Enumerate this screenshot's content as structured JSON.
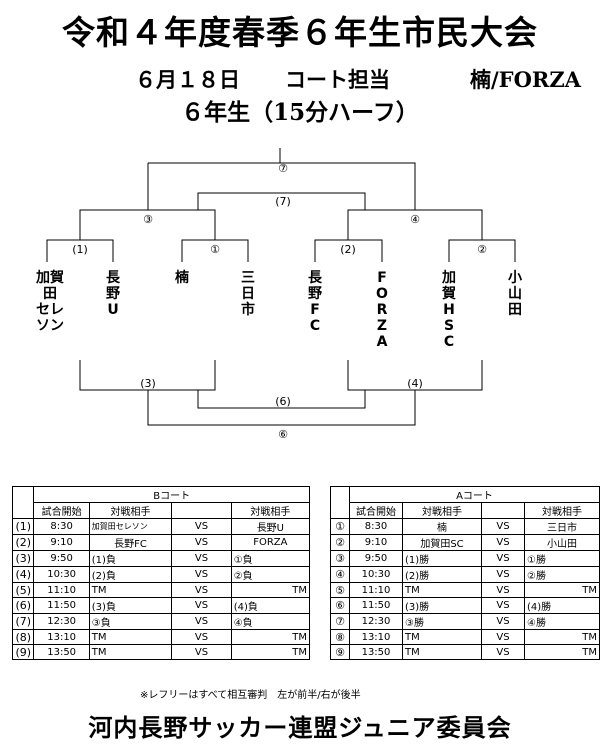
{
  "header": {
    "title": "令和４年度春季６年生市民大会",
    "date": "６月１８日",
    "court": "コート担当",
    "court_teams": "楠/FORZA",
    "subtitle": "６年生（15分ハーフ）"
  },
  "bracket": {
    "teams": [
      "加賀田\nセレソン",
      "長\n野\nU",
      "楠",
      "三\n日\n市",
      "長\n野\nF\nC",
      "F\nO\nR\nZ\nA",
      "加\n賀\nH\nS\nC",
      "小\n山\n田"
    ],
    "top_labels": {
      "final": "⑦",
      "final2": "(7)",
      "semi_left": "③",
      "semi_right": "④",
      "r1": [
        "(1)",
        "①",
        "(2)",
        "②"
      ]
    },
    "bottom_labels": {
      "left": "(3)",
      "right": "(4)",
      "mid": "(6)",
      "bottom": "⑥"
    }
  },
  "tableB": {
    "court": "Bコート",
    "headers": [
      "試合開始",
      "対戦相手",
      "対戦相手"
    ],
    "rows": [
      {
        "idx": "(1)",
        "time": "8:30",
        "home": "加賀田セレソン",
        "vs": "VS",
        "away": "長野U"
      },
      {
        "idx": "(2)",
        "time": "9:10",
        "home": "長野FC",
        "vs": "VS",
        "away": "FORZA"
      },
      {
        "idx": "(3)",
        "time": "9:50",
        "home": "(1)負",
        "vs": "VS",
        "away": "①負"
      },
      {
        "idx": "(4)",
        "time": "10:30",
        "home": "(2)負",
        "vs": "VS",
        "away": "②負"
      },
      {
        "idx": "(5)",
        "time": "11:10",
        "home": "TM",
        "vs": "VS",
        "away": "TM"
      },
      {
        "idx": "(6)",
        "time": "11:50",
        "home": "(3)負",
        "vs": "VS",
        "away": "(4)負"
      },
      {
        "idx": "(7)",
        "time": "12:30",
        "home": "③負",
        "vs": "VS",
        "away": "④負"
      },
      {
        "idx": "(8)",
        "time": "13:10",
        "home": "TM",
        "vs": "VS",
        "away": "TM"
      },
      {
        "idx": "(9)",
        "time": "13:50",
        "home": "TM",
        "vs": "VS",
        "away": "TM"
      }
    ]
  },
  "tableA": {
    "court": "Aコート",
    "headers": [
      "試合開始",
      "対戦相手",
      "対戦相手"
    ],
    "rows": [
      {
        "idx": "①",
        "time": "8:30",
        "home": "楠",
        "vs": "VS",
        "away": "三日市"
      },
      {
        "idx": "②",
        "time": "9:10",
        "home": "加賀田SC",
        "vs": "VS",
        "away": "小山田"
      },
      {
        "idx": "③",
        "time": "9:50",
        "home": "(1)勝",
        "vs": "VS",
        "away": "①勝"
      },
      {
        "idx": "④",
        "time": "10:30",
        "home": "(2)勝",
        "vs": "VS",
        "away": "②勝"
      },
      {
        "idx": "⑤",
        "time": "11:10",
        "home": "TM",
        "vs": "VS",
        "away": "TM"
      },
      {
        "idx": "⑥",
        "time": "11:50",
        "home": "(3)勝",
        "vs": "VS",
        "away": "(4)勝"
      },
      {
        "idx": "⑦",
        "time": "12:30",
        "home": "③勝",
        "vs": "VS",
        "away": "④勝"
      },
      {
        "idx": "⑧",
        "time": "13:10",
        "home": "TM",
        "vs": "VS",
        "away": "TM"
      },
      {
        "idx": "⑨",
        "time": "13:50",
        "home": "TM",
        "vs": "VS",
        "away": "TM"
      }
    ]
  },
  "note": "※レフリーはすべて相互審判　左が前半/右が後半",
  "footer": "河内長野サッカー連盟ジュニア委員会"
}
